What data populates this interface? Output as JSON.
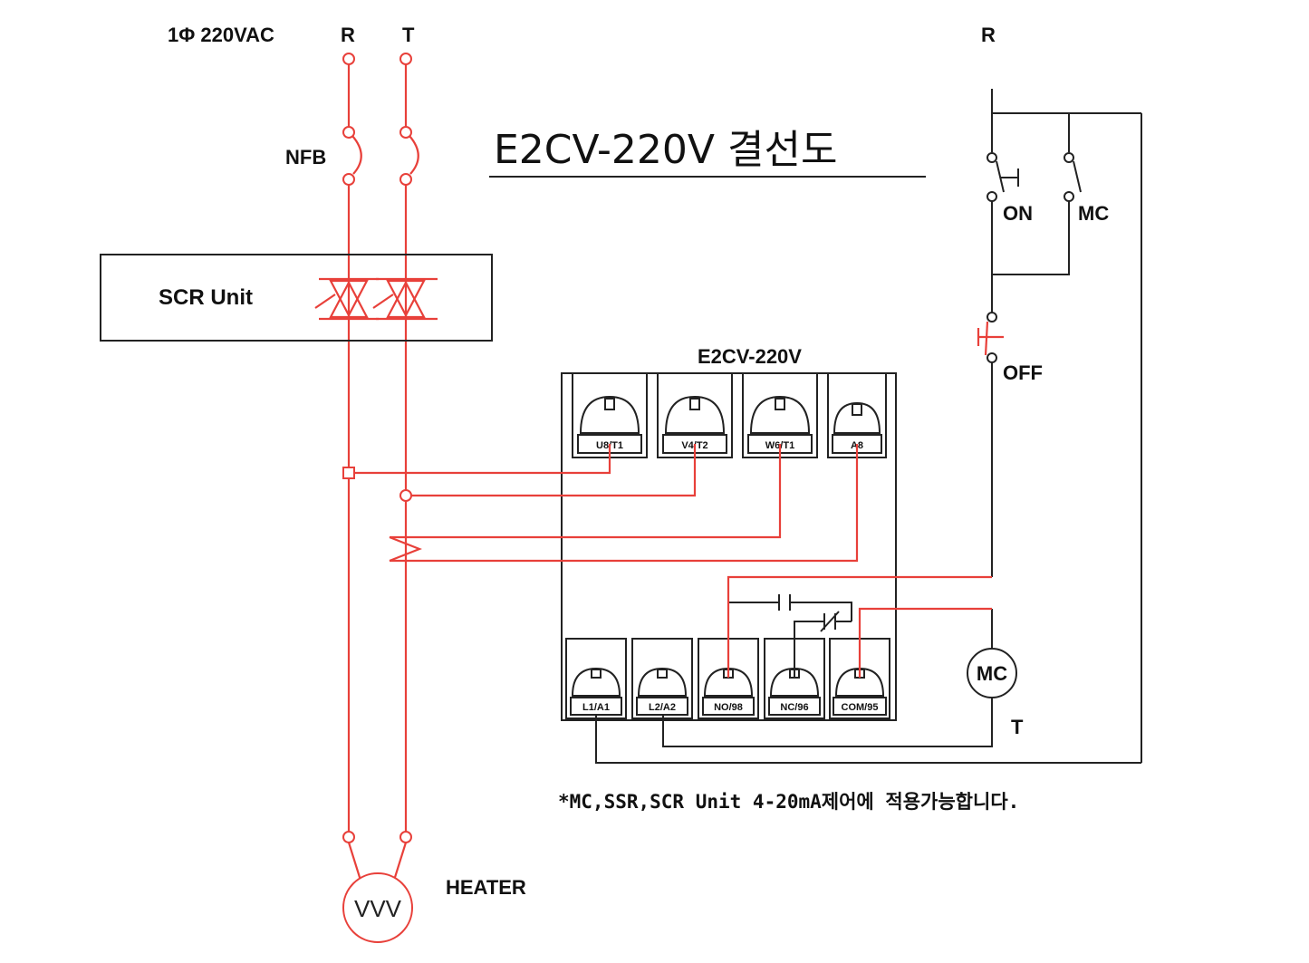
{
  "supply": {
    "label": "1Φ 220VAC",
    "line_r": "R",
    "line_t": "T"
  },
  "breaker": {
    "label": "NFB"
  },
  "scr": {
    "label": "SCR Unit"
  },
  "title": "E2CV-220V 결선도",
  "controller": {
    "label": "E2CV-220V",
    "top_terminals": [
      "U8/T1",
      "V4/T2",
      "W6/T1",
      "A8"
    ],
    "bottom_terminals": [
      "L1/A1",
      "L2/A2",
      "NO/98",
      "NC/96",
      "COM/95"
    ]
  },
  "control_circuit": {
    "line_r": "R",
    "line_t": "T",
    "on_switch": "ON",
    "mc_contact": "MC",
    "off_switch": "OFF",
    "mc_coil": "MC"
  },
  "heater": {
    "label": "HEATER",
    "symbol": "VVV"
  },
  "note": "*MC,SSR,SCR Unit 4-20mA제어에 적용가능합니다.",
  "colors": {
    "power_wire": "#e8403a",
    "control_wire": "#222222"
  }
}
